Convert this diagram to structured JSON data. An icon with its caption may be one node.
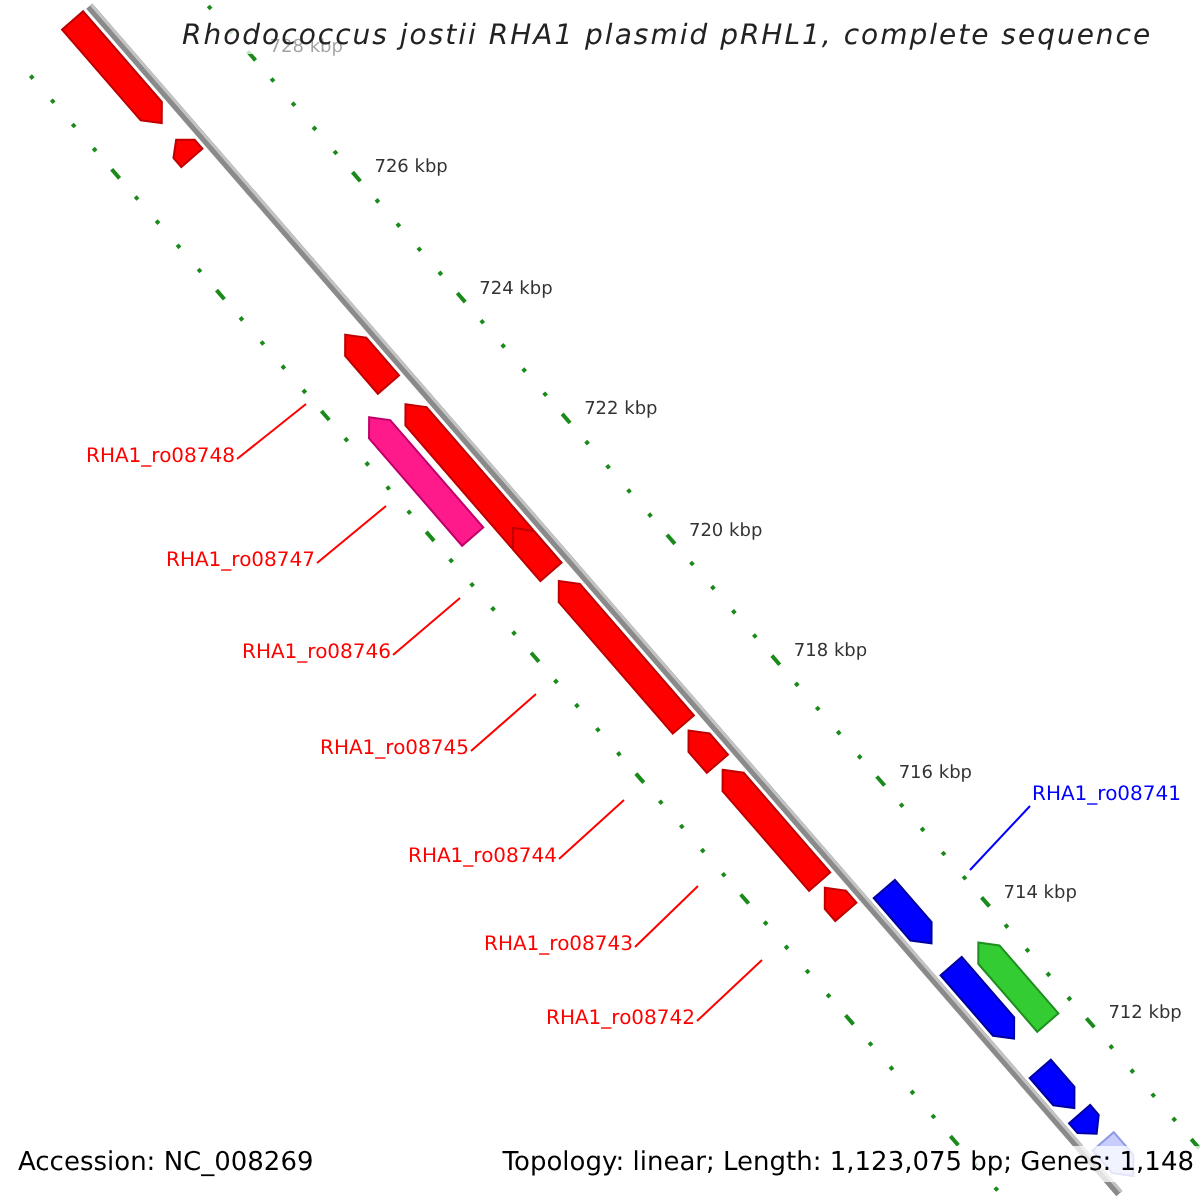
{
  "diagram": {
    "title": "Rhodococcus jostii RHA1 plasmid pRHL1, complete sequence",
    "nodes": [
      {
        "text": [
          "RHA1_ro08748"
        ]
      },
      {
        "text": [
          "RHA1_ro08747"
        ]
      },
      {
        "text": [
          "RHA1_ro08746"
        ]
      },
      {
        "text": [
          "RHA1_ro08745"
        ]
      },
      {
        "text": [
          "RHA1_ro08744"
        ]
      },
      {
        "text": [
          "RHA1_ro08743"
        ]
      },
      {
        "text": [
          "RHA1_ro08742"
        ]
      },
      {
        "text": [
          "RHA1_ro08741"
        ]
      }
    ],
    "edges": [
      {
        "from": 0,
        "to": null,
        "arrow": "none"
      },
      {
        "from": 1,
        "to": null,
        "arrow": "none"
      },
      {
        "from": 2,
        "to": null,
        "arrow": "none"
      },
      {
        "from": 3,
        "to": null,
        "arrow": "none"
      },
      {
        "from": 4,
        "to": null,
        "arrow": "none"
      },
      {
        "from": 5,
        "to": null,
        "arrow": "none"
      },
      {
        "from": 6,
        "to": null,
        "arrow": "none"
      },
      {
        "from": 7,
        "to": null,
        "arrow": "none",
        "color": "#0000ff"
      }
    ],
    "labels": [
      "728 kbp",
      "726 kbp",
      "724 kbp",
      "722 kbp",
      "720 kbp",
      "718 kbp",
      "716 kbp",
      "714 kbp",
      "712 kbp",
      "Accession: NC_008269",
      "Topology: linear; Length: 1,123,075 bp; Genes: 1,148"
    ]
  }
}
